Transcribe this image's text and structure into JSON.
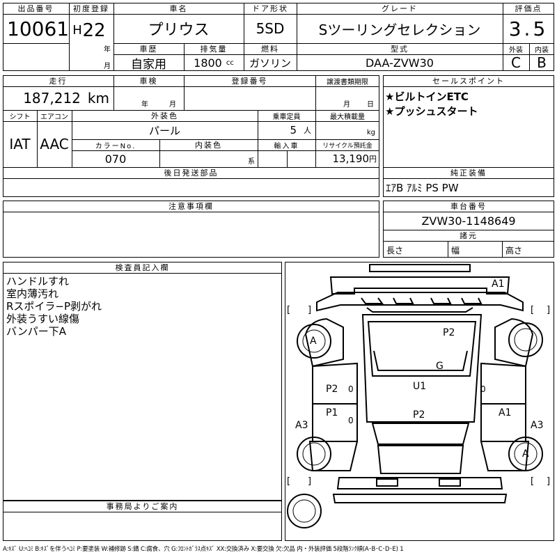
{
  "header": {
    "lot_label": "出品番号",
    "lot_value": "10061",
    "first_reg_label": "初度登録",
    "era": "H",
    "year_num": "22",
    "year_unit": "年",
    "month_unit": "月",
    "name_label": "車名",
    "name_value": "プリウス",
    "door_label": "ドア形状",
    "door_value": "5SD",
    "grade_label": "グレード",
    "grade_value": "Sツーリングセレクション",
    "score_label": "評価点",
    "score_value": "3.5",
    "exterior_label": "外装",
    "exterior_value": "C",
    "interior_label": "内装",
    "interior_value": "B",
    "history_label": "車歴",
    "history_value": "自家用",
    "displacement_label": "排気量",
    "displacement_value": "1800",
    "displacement_unit": "cc",
    "fuel_label": "燃料",
    "fuel_value": "ガソリン",
    "model_label": "型式",
    "model_value": "DAA-ZVW30"
  },
  "specs": {
    "mileage_label": "走行",
    "mileage_value": "187,212",
    "mileage_unit": "km",
    "inspection_label": "車検",
    "inspection_year": "年",
    "inspection_month": "月",
    "reg_no_label": "登録番号",
    "transfer_label": "譲渡書類期限",
    "transfer_month": "月",
    "transfer_day": "日",
    "shift_label": "シフト",
    "shift_value": "IAT",
    "ac_label": "エアコン",
    "ac_value": "AAC",
    "ext_color_label": "外装色",
    "ext_color_value": "パール",
    "capacity_label": "乗車定員",
    "capacity_value": "5",
    "capacity_unit": "人",
    "load_label": "最大積載量",
    "load_unit": "kg",
    "color_no_label": "カラーNo.",
    "color_no_value": "070",
    "int_color_label": "内装色",
    "int_color_unit": "系",
    "import_label": "輸入車",
    "recycle_label": "リサイクル預託金",
    "recycle_value": "13,190",
    "recycle_unit": "円",
    "later_parts_label": "後日発送部品"
  },
  "sales": {
    "label": "セールスポイント",
    "points": [
      "★ビルトインETC",
      "★プッシュスタート"
    ],
    "equipment_label": "純正装備",
    "equipment_value": "ｴｱB ｱﾙﾐ PS PW"
  },
  "notes_label": "注意事項欄",
  "chassis": {
    "label": "車台番号",
    "value": "ZVW30-1148649",
    "dims_label": "諸元",
    "length_label": "長さ",
    "width_label": "幅",
    "height_label": "高さ"
  },
  "inspector": {
    "label": "検査員記入欄",
    "lines": [
      "ハンドルすれ",
      "室内薄汚れ",
      "Rスポイラ−P剥がれ",
      "外装うすい線傷",
      "バンパー下A"
    ]
  },
  "office_label": "事務局よりご案内",
  "diagram": {
    "marks": {
      "a1_top": "A1",
      "p2_top": "P2",
      "g": "G",
      "u1": "U1",
      "p2_left": "P2",
      "zero_left_1": "0",
      "p1_left": "P1",
      "zero_left_2": "0",
      "p2_center": "P2",
      "zero_right": "0",
      "a1_right": "A1",
      "a3_left": "A3",
      "a3_right": "A3",
      "a_left": "A",
      "a_right": "A"
    },
    "bracket_l": "[",
    "bracket_r": "]"
  },
  "legend": "A:ｷｽﾞ U:ﾍｺﾐ B:ｷｽﾞを伴うﾍｺﾐ P:要塗装 W:補修跡 S:錆 C:腐食、穴 G:ﾌﾛﾝﾄｶﾞﾗｽ点ｷｽﾞ XX:交換済み X:要交換 欠:欠品 内・外装評価 5段階ﾗﾝｸ順(A･B･C･D･E) 1"
}
